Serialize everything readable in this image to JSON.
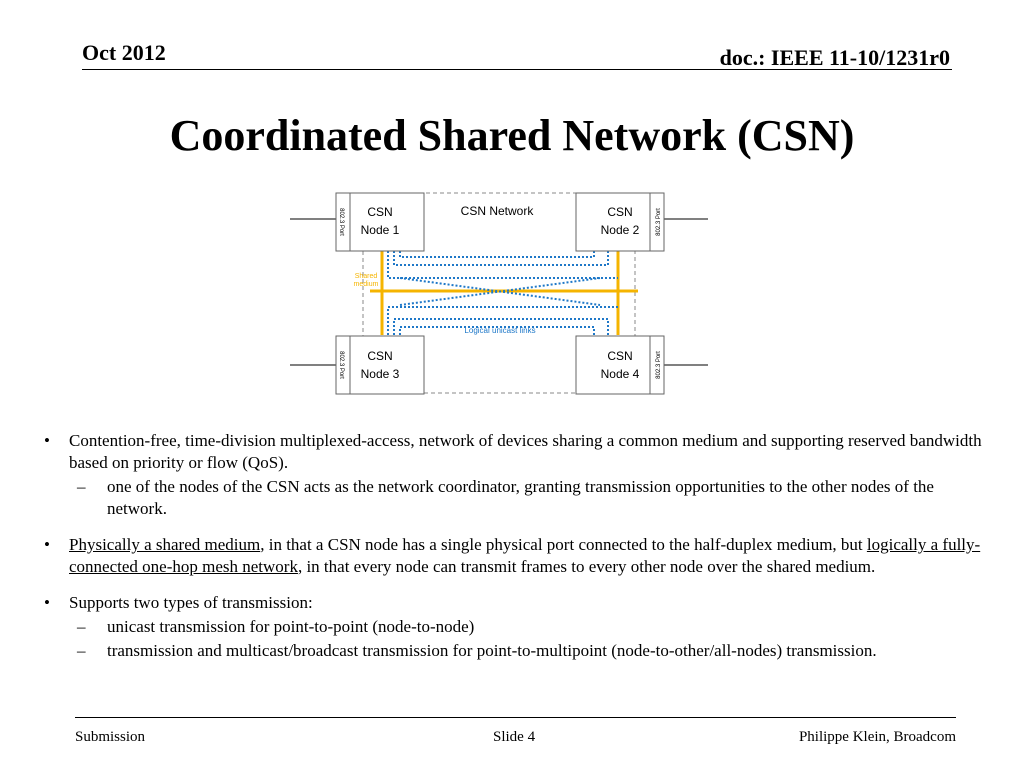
{
  "header": {
    "date": "Oct 2012",
    "doc_id": "doc.: IEEE 11-10/1231r0"
  },
  "slide": {
    "title": "Coordinated Shared Network (CSN)"
  },
  "diagram": {
    "network_label": "CSN Network",
    "shared_medium_line1": "Shared",
    "shared_medium_line2": "medium",
    "links_label": "Logical unicast links",
    "port_label": "802.3 Port",
    "nodes": [
      {
        "line1": "CSN",
        "line2": "Node 1"
      },
      {
        "line1": "CSN",
        "line2": "Node 2"
      },
      {
        "line1": "CSN",
        "line2": "Node 3"
      },
      {
        "line1": "CSN",
        "line2": "Node 4"
      }
    ],
    "colors": {
      "medium": "#f5b400",
      "links": "#1f78c8",
      "medium_text": "#f5b400"
    }
  },
  "bullets": {
    "b1_text": "Contention-free, time-division multiplexed-access, network of devices sharing a common medium and supporting reserved bandwidth based on priority or flow (QoS).",
    "b1_sub": "one of the nodes of the CSN acts as the network coordinator, granting transmission opportunities to the other nodes of the network.",
    "b2_u1": "Physically a shared medium",
    "b2_t1": ", in that a CSN node has a single physical port connected to the half-duplex medium, but ",
    "b2_u2": "logically a fully-connected one-hop mesh network",
    "b2_t2": ", in that every node can transmit frames to every   other node over the shared medium.",
    "b3_text": "Supports two types of transmission:",
    "b3_sub1": "unicast transmission for point-to-point (node-to-node)",
    "b3_sub2": "transmission and multicast/broadcast transmission for point-to-multipoint (node-to-other/all-nodes) transmission.",
    "bullet_mark": "•",
    "dash_mark": "–"
  },
  "footer": {
    "left": "Submission",
    "center": "Slide 4",
    "right": "Philippe Klein, Broadcom"
  }
}
